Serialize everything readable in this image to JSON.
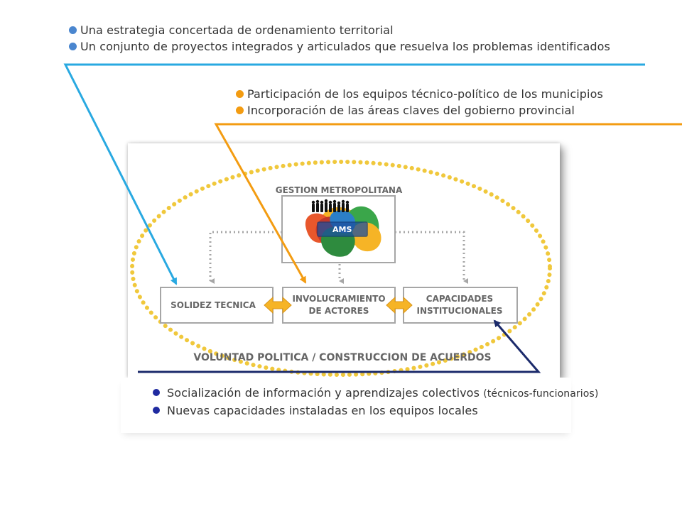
{
  "top_bullets": [
    "Una estrategia concertada de ordenamiento territorial",
    "Un conjunto de proyectos integrados y articulados que resuelva los problemas identificados"
  ],
  "mid_bullets": [
    "Participación de los equipos técnico-político de los municipios",
    "Incorporación de las áreas claves del gobierno provincial"
  ],
  "bottom_bullets": [
    {
      "text": "Socialización de información y aprendizajes colectivos ",
      "note": "(técnicos-funcionarios)"
    },
    {
      "text": "Nuevas capacidades instaladas en los equipos locales"
    }
  ],
  "diagram": {
    "gestion_title": "GESTION METROPOLITANA",
    "logo_label": "AMS",
    "solidez": "SOLIDEZ TECNICA",
    "involucramiento_1": "INVOLUCRAMIENTO",
    "involucramiento_2": "DE ACTORES",
    "capacidades_1": "CAPACIDADES",
    "capacidades_2": "INSTITUCIONALES",
    "voluntad": "VOLUNTAD POLITICA / CONSTRUCCION DE ACUERDOS"
  },
  "colors": {
    "blue_line": "#29a9e1",
    "orange_line": "#f39c12",
    "navy_line": "#1b2a6b",
    "dotted_ellipse": "#f0c83c",
    "box_border": "#a6a6a6",
    "arrow_fill": "#f6b426"
  }
}
